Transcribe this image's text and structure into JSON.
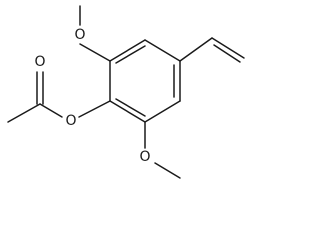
{
  "structure": {
    "atoms": {
      "top_methoxy_oxygen": "O",
      "ester_carbonyl_oxygen": "O",
      "ester_ring_oxygen": "O",
      "bottom_methoxy_oxygen": "O"
    }
  }
}
